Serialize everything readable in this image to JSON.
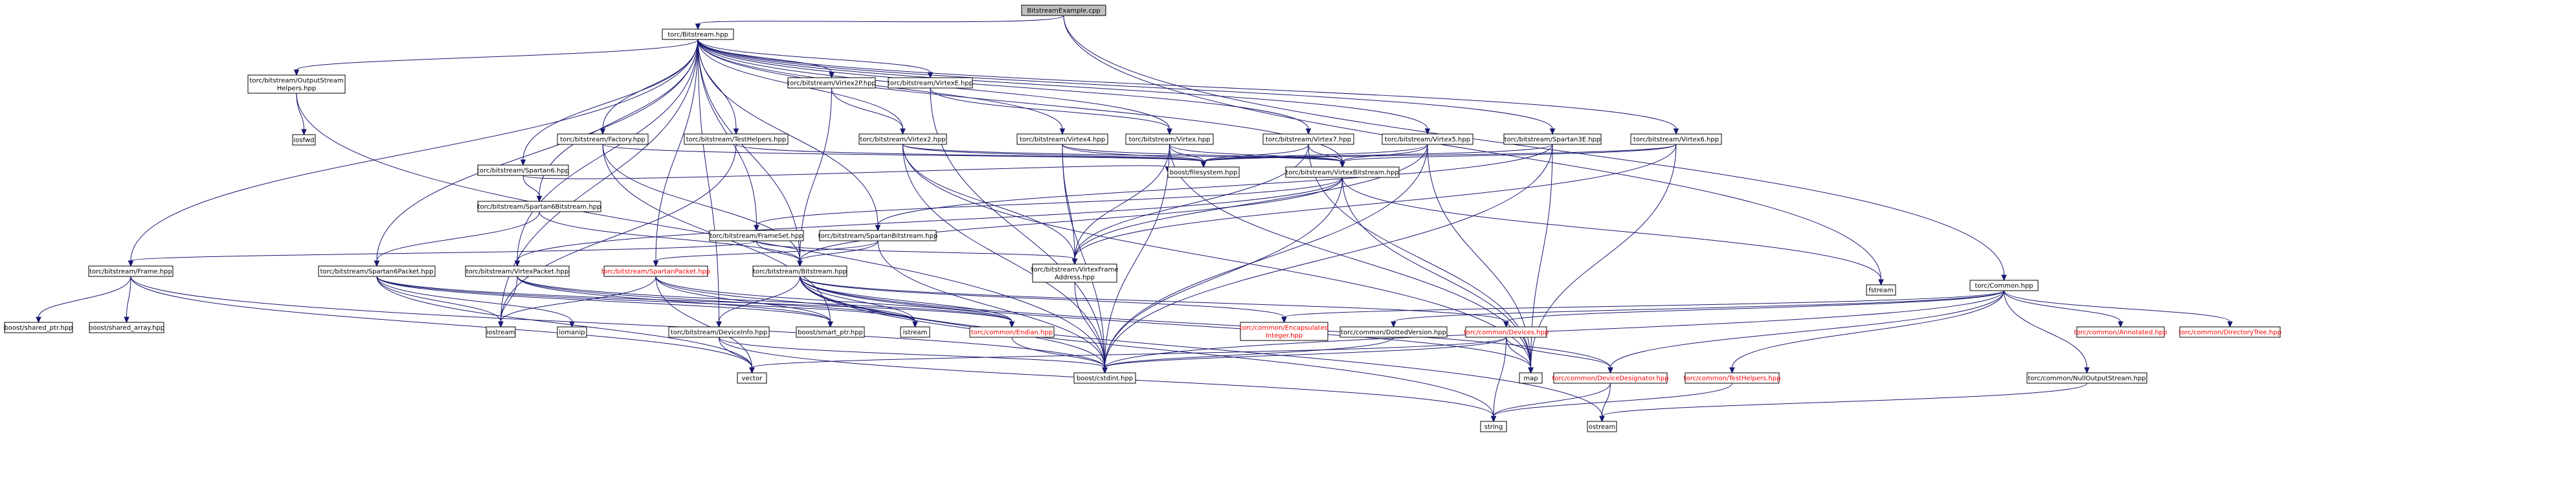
{
  "diagram": {
    "colors": {
      "edge": "#191970",
      "node_fill": "#ffffff",
      "root_fill": "#bfbfbf",
      "node_border": "#000000",
      "gray_border": "#bfbfbf",
      "red_text": "#ff0000"
    },
    "nodes": [
      {
        "id": "root",
        "lines": [
          "BitstreamExample.cpp"
        ],
        "kind": "root"
      },
      {
        "id": "bitstream_hpp",
        "lines": [
          "torc/Bitstream.hpp"
        ],
        "kind": "normal"
      },
      {
        "id": "common_hpp",
        "lines": [
          "torc/Common.hpp"
        ],
        "kind": "normal"
      },
      {
        "id": "fstream",
        "lines": [
          "fstream"
        ],
        "kind": "gray"
      },
      {
        "id": "outputstream_helpers",
        "lines": [
          "torc/bitstream/OutputStream",
          "Helpers.hpp"
        ],
        "kind": "normal"
      },
      {
        "id": "virtex2p",
        "lines": [
          "torc/bitstream/Virtex2P.hpp"
        ],
        "kind": "normal"
      },
      {
        "id": "virtexe",
        "lines": [
          "torc/bitstream/VirtexE.hpp"
        ],
        "kind": "normal"
      },
      {
        "id": "factory",
        "lines": [
          "torc/bitstream/Factory.hpp"
        ],
        "kind": "normal"
      },
      {
        "id": "testhelpers",
        "lines": [
          "torc/bitstream/TestHelpers.hpp"
        ],
        "kind": "normal"
      },
      {
        "id": "virtex2",
        "lines": [
          "torc/bitstream/Virtex2.hpp"
        ],
        "kind": "normal"
      },
      {
        "id": "virtex4",
        "lines": [
          "torc/bitstream/Virtex4.hpp"
        ],
        "kind": "normal"
      },
      {
        "id": "virtex",
        "lines": [
          "torc/bitstream/Virtex.hpp"
        ],
        "kind": "normal"
      },
      {
        "id": "virtex7",
        "lines": [
          "torc/bitstream/Virtex7.hpp"
        ],
        "kind": "normal"
      },
      {
        "id": "virtex5",
        "lines": [
          "torc/bitstream/Virtex5.hpp"
        ],
        "kind": "normal"
      },
      {
        "id": "spartan3e",
        "lines": [
          "torc/bitstream/Spartan3E.hpp"
        ],
        "kind": "normal"
      },
      {
        "id": "virtex6",
        "lines": [
          "torc/bitstream/Virtex6.hpp"
        ],
        "kind": "normal"
      },
      {
        "id": "iosfwd",
        "lines": [
          "iosfwd"
        ],
        "kind": "gray"
      },
      {
        "id": "spartan6",
        "lines": [
          "torc/bitstream/Spartan6.hpp"
        ],
        "kind": "normal"
      },
      {
        "id": "boost_filesystem",
        "lines": [
          "boost/filesystem.hpp"
        ],
        "kind": "gray"
      },
      {
        "id": "virtexbitstream",
        "lines": [
          "torc/bitstream/VirtexBitstream.hpp"
        ],
        "kind": "normal"
      },
      {
        "id": "spartan6bitstream",
        "lines": [
          "torc/bitstream/Spartan6Bitstream.hpp"
        ],
        "kind": "normal"
      },
      {
        "id": "frameset",
        "lines": [
          "torc/bitstream/FrameSet.hpp"
        ],
        "kind": "normal"
      },
      {
        "id": "spartanbitstream",
        "lines": [
          "torc/bitstream/SpartanBitstream.hpp"
        ],
        "kind": "normal"
      },
      {
        "id": "frame",
        "lines": [
          "torc/bitstream/Frame.hpp"
        ],
        "kind": "normal"
      },
      {
        "id": "spartan6packet",
        "lines": [
          "torc/bitstream/Spartan6Packet.hpp"
        ],
        "kind": "normal"
      },
      {
        "id": "virtexpacket",
        "lines": [
          "torc/bitstream/VirtexPacket.hpp"
        ],
        "kind": "normal"
      },
      {
        "id": "spartanpacket",
        "lines": [
          "torc/bitstream/SpartanPacket.hpp"
        ],
        "kind": "red"
      },
      {
        "id": "bitstream_bitstream",
        "lines": [
          "torc/bitstream/Bitstream.hpp"
        ],
        "kind": "normal"
      },
      {
        "id": "virtexframeaddress",
        "lines": [
          "torc/bitstream/VirtexFrame",
          "Address.hpp"
        ],
        "kind": "normal"
      },
      {
        "id": "boost_shared_ptr",
        "lines": [
          "boost/shared_ptr.hpp"
        ],
        "kind": "gray"
      },
      {
        "id": "boost_shared_array",
        "lines": [
          "boost/shared_array.hpp"
        ],
        "kind": "gray"
      },
      {
        "id": "iostream",
        "lines": [
          "iostream"
        ],
        "kind": "gray"
      },
      {
        "id": "iomanip",
        "lines": [
          "iomanip"
        ],
        "kind": "gray"
      },
      {
        "id": "deviceinfo",
        "lines": [
          "torc/bitstream/DeviceInfo.hpp"
        ],
        "kind": "normal"
      },
      {
        "id": "boost_smart_ptr",
        "lines": [
          "boost/smart_ptr.hpp"
        ],
        "kind": "gray"
      },
      {
        "id": "istream",
        "lines": [
          "istream"
        ],
        "kind": "gray"
      },
      {
        "id": "endian",
        "lines": [
          "torc/common/Endian.hpp"
        ],
        "kind": "red"
      },
      {
        "id": "encapsulated",
        "lines": [
          "torc/common/Encapsulated",
          "Integer.hpp"
        ],
        "kind": "red"
      },
      {
        "id": "dottedversion",
        "lines": [
          "torc/common/DottedVersion.hpp"
        ],
        "kind": "normal"
      },
      {
        "id": "devices",
        "lines": [
          "torc/common/Devices.hpp"
        ],
        "kind": "red"
      },
      {
        "id": "annotated",
        "lines": [
          "torc/common/Annotated.hpp"
        ],
        "kind": "red"
      },
      {
        "id": "directorytree",
        "lines": [
          "torc/common/DirectoryTree.hpp"
        ],
        "kind": "red"
      },
      {
        "id": "vector",
        "lines": [
          "vector"
        ],
        "kind": "gray"
      },
      {
        "id": "boost_cstdint",
        "lines": [
          "boost/cstdint.hpp"
        ],
        "kind": "gray"
      },
      {
        "id": "map",
        "lines": [
          "map"
        ],
        "kind": "gray"
      },
      {
        "id": "devicedesignator",
        "lines": [
          "torc/common/DeviceDesignator.hpp"
        ],
        "kind": "red"
      },
      {
        "id": "common_testhelpers",
        "lines": [
          "torc/common/TestHelpers.hpp"
        ],
        "kind": "red"
      },
      {
        "id": "nulloutputstream",
        "lines": [
          "torc/common/NullOutputStream.hpp"
        ],
        "kind": "normal"
      },
      {
        "id": "string",
        "lines": [
          "string"
        ],
        "kind": "gray"
      },
      {
        "id": "ostream",
        "lines": [
          "ostream"
        ],
        "kind": "gray"
      }
    ],
    "edges": [
      [
        "root",
        "bitstream_hpp"
      ],
      [
        "root",
        "common_hpp"
      ],
      [
        "root",
        "fstream"
      ],
      [
        "bitstream_hpp",
        "outputstream_helpers"
      ],
      [
        "bitstream_hpp",
        "virtex2p"
      ],
      [
        "bitstream_hpp",
        "virtexe"
      ],
      [
        "bitstream_hpp",
        "factory"
      ],
      [
        "bitstream_hpp",
        "testhelpers"
      ],
      [
        "bitstream_hpp",
        "virtex2"
      ],
      [
        "bitstream_hpp",
        "virtex4"
      ],
      [
        "bitstream_hpp",
        "virtex"
      ],
      [
        "bitstream_hpp",
        "virtex7"
      ],
      [
        "bitstream_hpp",
        "virtex5"
      ],
      [
        "bitstream_hpp",
        "spartan3e"
      ],
      [
        "bitstream_hpp",
        "virtex6"
      ],
      [
        "bitstream_hpp",
        "spartan6"
      ],
      [
        "bitstream_hpp",
        "spartan6bitstream"
      ],
      [
        "bitstream_hpp",
        "frameset"
      ],
      [
        "bitstream_hpp",
        "spartanbitstream"
      ],
      [
        "bitstream_hpp",
        "frame"
      ],
      [
        "bitstream_hpp",
        "spartan6packet"
      ],
      [
        "bitstream_hpp",
        "virtexpacket"
      ],
      [
        "bitstream_hpp",
        "spartanpacket"
      ],
      [
        "bitstream_hpp",
        "bitstream_bitstream"
      ],
      [
        "bitstream_hpp",
        "iostream"
      ],
      [
        "bitstream_hpp",
        "deviceinfo"
      ],
      [
        "bitstream_hpp",
        "virtexbitstream"
      ],
      [
        "outputstream_helpers",
        "iosfwd"
      ],
      [
        "outputstream_helpers",
        "boost_cstdint"
      ],
      [
        "virtex2p",
        "virtex2"
      ],
      [
        "virtex2p",
        "bitstream_bitstream"
      ],
      [
        "virtexe",
        "virtex"
      ],
      [
        "virtexe",
        "boost_cstdint"
      ],
      [
        "factory",
        "boost_filesystem"
      ],
      [
        "factory",
        "bitstream_bitstream"
      ],
      [
        "factory",
        "boost_smart_ptr"
      ],
      [
        "testhelpers",
        "boost_filesystem"
      ],
      [
        "testhelpers",
        "iostream"
      ],
      [
        "virtex2",
        "boost_filesystem"
      ],
      [
        "virtex2",
        "virtexbitstream"
      ],
      [
        "virtex2",
        "virtexframeaddress"
      ],
      [
        "virtex2",
        "boost_cstdint"
      ],
      [
        "virtex2",
        "map"
      ],
      [
        "virtex4",
        "boost_filesystem"
      ],
      [
        "virtex4",
        "virtexbitstream"
      ],
      [
        "virtex4",
        "virtexframeaddress"
      ],
      [
        "virtex4",
        "boost_cstdint"
      ],
      [
        "virtex",
        "boost_filesystem"
      ],
      [
        "virtex",
        "virtexbitstream"
      ],
      [
        "virtex",
        "virtexframeaddress"
      ],
      [
        "virtex",
        "boost_cstdint"
      ],
      [
        "virtex",
        "map"
      ],
      [
        "virtex7",
        "boost_filesystem"
      ],
      [
        "virtex7",
        "virtexbitstream"
      ],
      [
        "virtex7",
        "virtexframeaddress"
      ],
      [
        "virtex7",
        "map"
      ],
      [
        "virtex5",
        "boost_filesystem"
      ],
      [
        "virtex5",
        "virtexbitstream"
      ],
      [
        "virtex5",
        "virtexframeaddress"
      ],
      [
        "virtex5",
        "boost_cstdint"
      ],
      [
        "virtex5",
        "map"
      ],
      [
        "spartan3e",
        "boost_filesystem"
      ],
      [
        "spartan3e",
        "spartanbitstream"
      ],
      [
        "spartan3e",
        "boost_cstdint"
      ],
      [
        "spartan3e",
        "map"
      ],
      [
        "virtex6",
        "boost_filesystem"
      ],
      [
        "virtex6",
        "virtexbitstream"
      ],
      [
        "virtex6",
        "virtexframeaddress"
      ],
      [
        "virtex6",
        "map"
      ],
      [
        "spartan6",
        "spartan6bitstream"
      ],
      [
        "spartan6",
        "boost_filesystem"
      ],
      [
        "spartan6bitstream",
        "spartan6packet"
      ],
      [
        "spartan6bitstream",
        "bitstream_bitstream"
      ],
      [
        "virtexbitstream",
        "bitstream_bitstream"
      ],
      [
        "virtexbitstream",
        "virtexpacket"
      ],
      [
        "virtexbitstream",
        "frameset"
      ],
      [
        "virtexbitstream",
        "fstream"
      ],
      [
        "virtexbitstream",
        "boost_cstdint"
      ],
      [
        "virtexbitstream",
        "map"
      ],
      [
        "frameset",
        "frame"
      ],
      [
        "frameset",
        "virtexframeaddress"
      ],
      [
        "frameset",
        "bitstream_bitstream"
      ],
      [
        "spartanbitstream",
        "spartanpacket"
      ],
      [
        "spartanbitstream",
        "bitstream_bitstream"
      ],
      [
        "spartanbitstream",
        "boost_cstdint"
      ],
      [
        "frame",
        "boost_shared_ptr"
      ],
      [
        "frame",
        "boost_shared_array"
      ],
      [
        "frame",
        "vector"
      ],
      [
        "frame",
        "boost_cstdint"
      ],
      [
        "spartan6packet",
        "iostream"
      ],
      [
        "spartan6packet",
        "iomanip"
      ],
      [
        "spartan6packet",
        "boost_smart_ptr"
      ],
      [
        "spartan6packet",
        "endian"
      ],
      [
        "spartan6packet",
        "vector"
      ],
      [
        "spartan6packet",
        "istream"
      ],
      [
        "virtexpacket",
        "iostream"
      ],
      [
        "virtexpacket",
        "boost_smart_ptr"
      ],
      [
        "virtexpacket",
        "endian"
      ],
      [
        "virtexpacket",
        "istream"
      ],
      [
        "spartanpacket",
        "iostream"
      ],
      [
        "spartanpacket",
        "boost_smart_ptr"
      ],
      [
        "spartanpacket",
        "endian"
      ],
      [
        "spartanpacket",
        "istream"
      ],
      [
        "spartanpacket",
        "vector"
      ],
      [
        "bitstream_bitstream",
        "deviceinfo"
      ],
      [
        "bitstream_bitstream",
        "endian"
      ],
      [
        "bitstream_bitstream",
        "encapsulated"
      ],
      [
        "bitstream_bitstream",
        "devices"
      ],
      [
        "bitstream_bitstream",
        "istream"
      ],
      [
        "bitstream_bitstream",
        "string"
      ],
      [
        "bitstream_bitstream",
        "ostream"
      ],
      [
        "bitstream_bitstream",
        "map"
      ],
      [
        "bitstream_bitstream",
        "boost_cstdint"
      ],
      [
        "bitstream_bitstream",
        "devicedesignator"
      ],
      [
        "deviceinfo",
        "vector"
      ],
      [
        "deviceinfo",
        "boost_cstdint"
      ],
      [
        "deviceinfo",
        "string"
      ],
      [
        "endian",
        "boost_cstdint"
      ],
      [
        "virtexframeaddress",
        "boost_cstdint"
      ],
      [
        "common_hpp",
        "encapsulated"
      ],
      [
        "common_hpp",
        "dottedversion"
      ],
      [
        "common_hpp",
        "devices"
      ],
      [
        "common_hpp",
        "annotated"
      ],
      [
        "common_hpp",
        "directorytree"
      ],
      [
        "common_hpp",
        "devicedesignator"
      ],
      [
        "common_hpp",
        "common_testhelpers"
      ],
      [
        "common_hpp",
        "nulloutputstream"
      ],
      [
        "common_hpp",
        "boost_cstdint"
      ],
      [
        "dottedversion",
        "boost_cstdint"
      ],
      [
        "devices",
        "boost_cstdint"
      ],
      [
        "devices",
        "map"
      ],
      [
        "devices",
        "string"
      ],
      [
        "devices",
        "vector"
      ],
      [
        "devices",
        "devicedesignator"
      ],
      [
        "devicedesignator",
        "string"
      ],
      [
        "devicedesignator",
        "ostream"
      ],
      [
        "common_testhelpers",
        "string"
      ],
      [
        "nulloutputstream",
        "ostream"
      ]
    ]
  }
}
